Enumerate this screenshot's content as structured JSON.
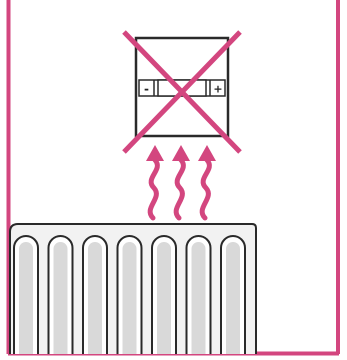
{
  "illustration": {
    "subject": "thermostat-above-radiator-not-recommended",
    "colors": {
      "accent": "#d3467f",
      "line": "#2a2a2a",
      "radiator_fill": "#f2f2f2",
      "fin_shade": "#d9d9d9",
      "background": "#ffffff"
    },
    "thermostat": {
      "minus_label": "-",
      "plus_label": "+"
    },
    "heat_waves": {
      "count": 3
    },
    "radiator": {
      "fin_count": 7
    },
    "prohibited_mark": true
  }
}
